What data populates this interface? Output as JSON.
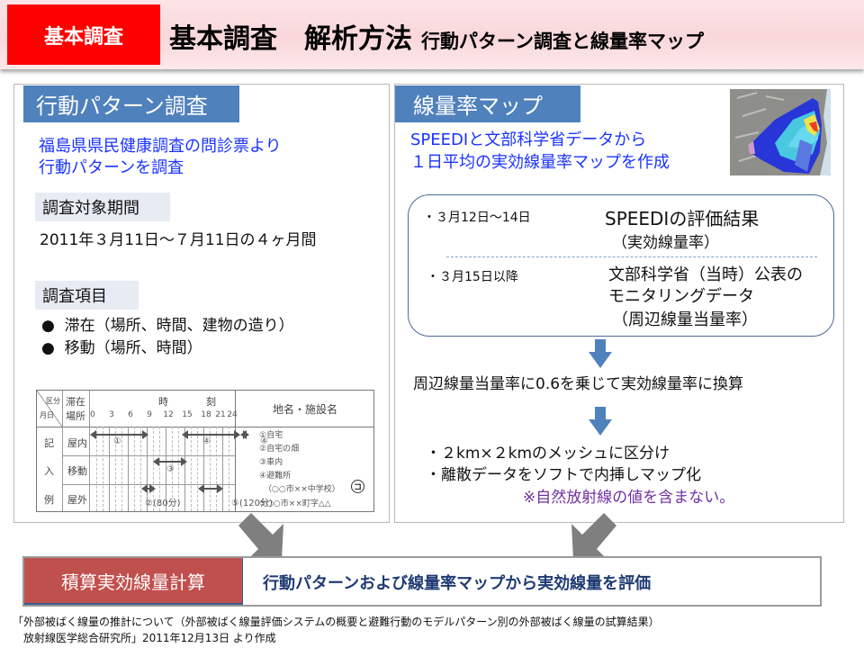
{
  "header": {
    "badge": "基本調査",
    "title": "基本調査　解析方法",
    "subtitle": "行動パターン調査と線量率マップ"
  },
  "left_panel": {
    "tab": "行動パターン調査",
    "intro_line1": "福島県県民健康調査の問診票より",
    "intro_line2": "行動パターンを調査",
    "period_label": "調査対象期間",
    "period_value": "2011年３月11日～７月11日の４ヶ月間",
    "items_label": "調査項目",
    "items": [
      {
        "bullet": "●",
        "text": "滞在（場所、時間、建物の造り）"
      },
      {
        "bullet": "●",
        "text": "移動（場所、時間）"
      }
    ],
    "example_table": {
      "corner_top": "区分",
      "corner_bottom": "月日",
      "stay_header_line1": "滞在",
      "stay_header_line2": "場所",
      "time_header_1": "時",
      "time_header_2": "刻",
      "ticks": [
        "0",
        "3",
        "6",
        "9",
        "12",
        "15",
        "18",
        "21",
        "24"
      ],
      "place_header": "地名・施設名",
      "row_side_labels": [
        "記",
        "入",
        "例"
      ],
      "rows": [
        "屋内",
        "移動",
        "屋外"
      ],
      "annotations": {
        "a1": "①",
        "a4a": "④",
        "a4b": "④",
        "a3": "③",
        "a2": "②(80分)",
        "a5": "⑤(120分)"
      },
      "legend": [
        "①自宅",
        "②自宅の畑",
        "③車内",
        "④避難所",
        "（○○市××中学校）",
        "⑤○○市××町字△△"
      ],
      "legend_badge": "コ"
    }
  },
  "right_panel": {
    "tab": "線量率マップ",
    "intro_line1": "SPEEDIと文部科学省データから",
    "intro_line2": "１日平均の実効線量率マップを作成",
    "map_image_alt": "線量率マップ",
    "period1_date": "・３月12日～14日",
    "period1_source": "SPEEDIの評価結果",
    "period1_note": "（実効線量率）",
    "period2_date": "・３月15日以降",
    "period2_source_line1": "文部科学省（当時）公表の",
    "period2_source_line2": "モニタリングデータ",
    "period2_note": "（周辺線量当量率）",
    "conversion": "周辺線量当量率に0.6を乗じて実効線量率に換算",
    "step1": "・２km×２kmのメッシュに区分け",
    "step2": "・離散データをソフトで内挿しマップ化",
    "note": "※自然放射線の値を含まない。"
  },
  "bottom": {
    "label": "積算実効線量計算",
    "text": "行動パターンおよび線量率マップから実効線量を評価"
  },
  "source": {
    "line1": "「外部被ばく線量の推計について（外部被ばく線量評価システムの概要と避難行動のモデルパターン別の外部被ばく線量の試算結果）",
    "line2": "放射線医学総合研究所」2011年12月13日 より作成"
  },
  "colors": {
    "badge_red": "#ff0000",
    "tab_blue": "#4f81bd",
    "intro_blue": "#1a33ff",
    "bottom_label_red": "#c0504d",
    "bottom_text_navy": "#1f3b73",
    "note_purple": "#7030a0"
  }
}
